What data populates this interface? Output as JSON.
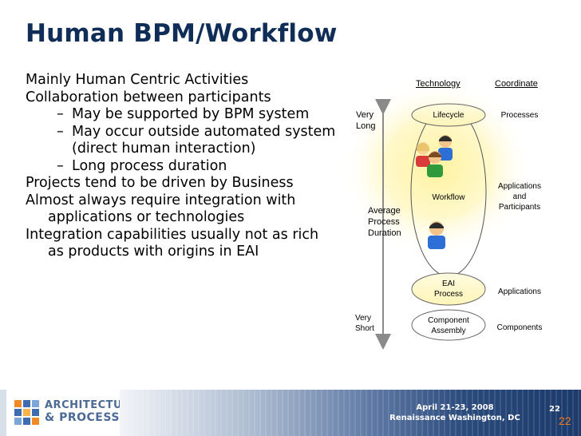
{
  "slide": {
    "title": "Human BPM/Workflow",
    "bullets": {
      "b1": "Mainly Human Centric Activities",
      "b2": "Collaboration between participants",
      "b2_1": "May be supported by BPM system",
      "b2_2_line1": "May occur outside automated system",
      "b2_2_line2": "(direct human interaction)",
      "b2_3": "Long process duration",
      "b3": "Projects tend to be driven by Business",
      "b4": "Almost always require integration with applications or technologies",
      "b5": "Integration capabilities usually not as rich as products with origins in EAI"
    },
    "dash": "–"
  },
  "diagram": {
    "header_technology": "Technology",
    "header_coordinate": "Coordinate",
    "very_long_1": "Very",
    "very_long_2": "Long",
    "very_short_1": "Very",
    "very_short_2": "Short",
    "avg_1": "Average",
    "avg_2": "Process",
    "avg_3": "Duration",
    "lifecycle": "Lifecycle",
    "workflow": "Workflow",
    "eai_1": "EAI",
    "eai_2": "Process",
    "component_1": "Component",
    "component_2": "Assembly",
    "processes": "Processes",
    "apps_participants_1": "Applications",
    "apps_participants_2": "and",
    "apps_participants_3": "Participants",
    "applications": "Applications",
    "components": "Components"
  },
  "footer": {
    "logo_line1": "ARCHITECTURE",
    "logo_line2": "& PROCESS",
    "date": "April 21-23, 2008",
    "venue": "Renaissance Washington, DC",
    "page_small": "22",
    "page_large": "22"
  },
  "colors": {
    "title": "#0f2d57",
    "glow": "#fff6b0",
    "ellipse_fill": "#fff7c2",
    "page_number_accent": "#f07a1a"
  },
  "icons": [
    "person-icon",
    "person-icon",
    "person-icon",
    "person-icon",
    "logo-mark-icon"
  ]
}
